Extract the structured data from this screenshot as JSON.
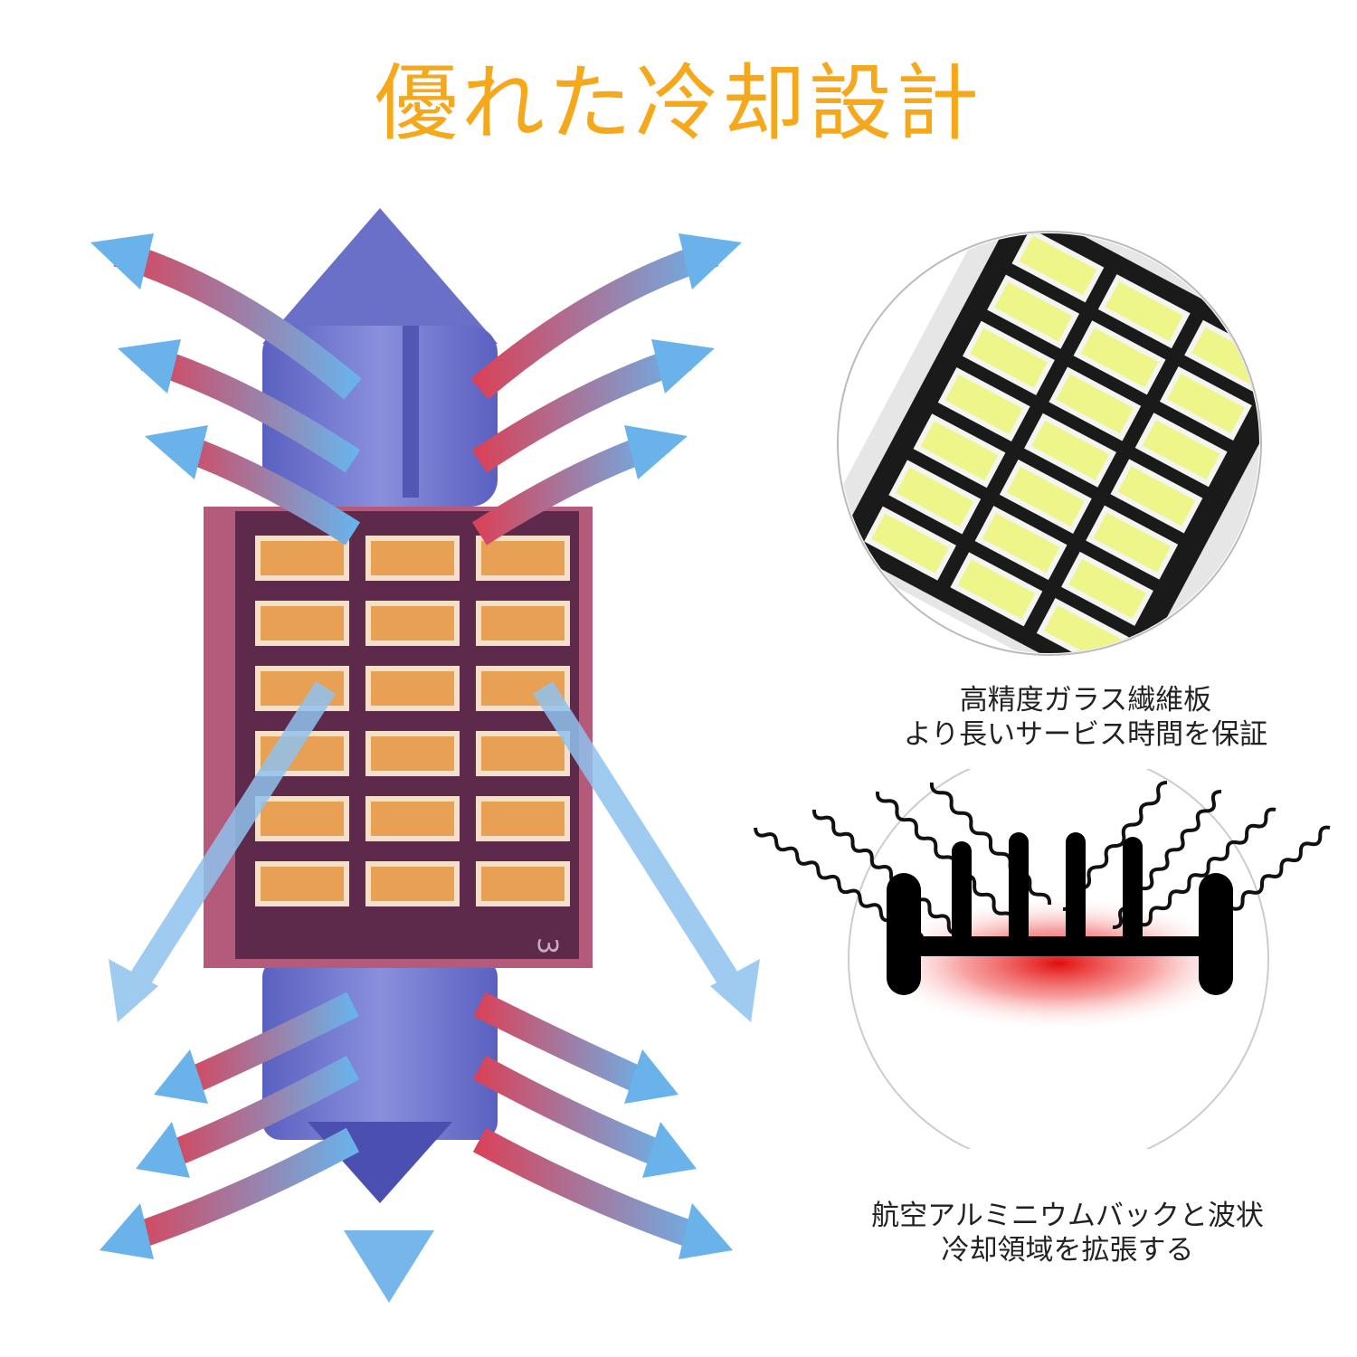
{
  "title": "優れた冷却設計",
  "feature_pcb": {
    "line1": "高精度ガラス繊維板",
    "line2": "より長いサービス時間を保証"
  },
  "feature_heatsink": {
    "line1": "航空アルミニウムバックと波状",
    "line2": "冷却領域を拡張する"
  },
  "board_marking": "3",
  "colors": {
    "title": "#f5a81c",
    "bulb": "#6a6fc8",
    "led_warm": "#e8a055",
    "led_white": "#eef68a",
    "arrow_hot": "#d8435a",
    "arrow_cool": "#6ab2ea",
    "heat_glow": "#e00000"
  },
  "icons": [
    "airflow-arrow-icon",
    "heat-wave-icon",
    "heatsink-icon"
  ]
}
